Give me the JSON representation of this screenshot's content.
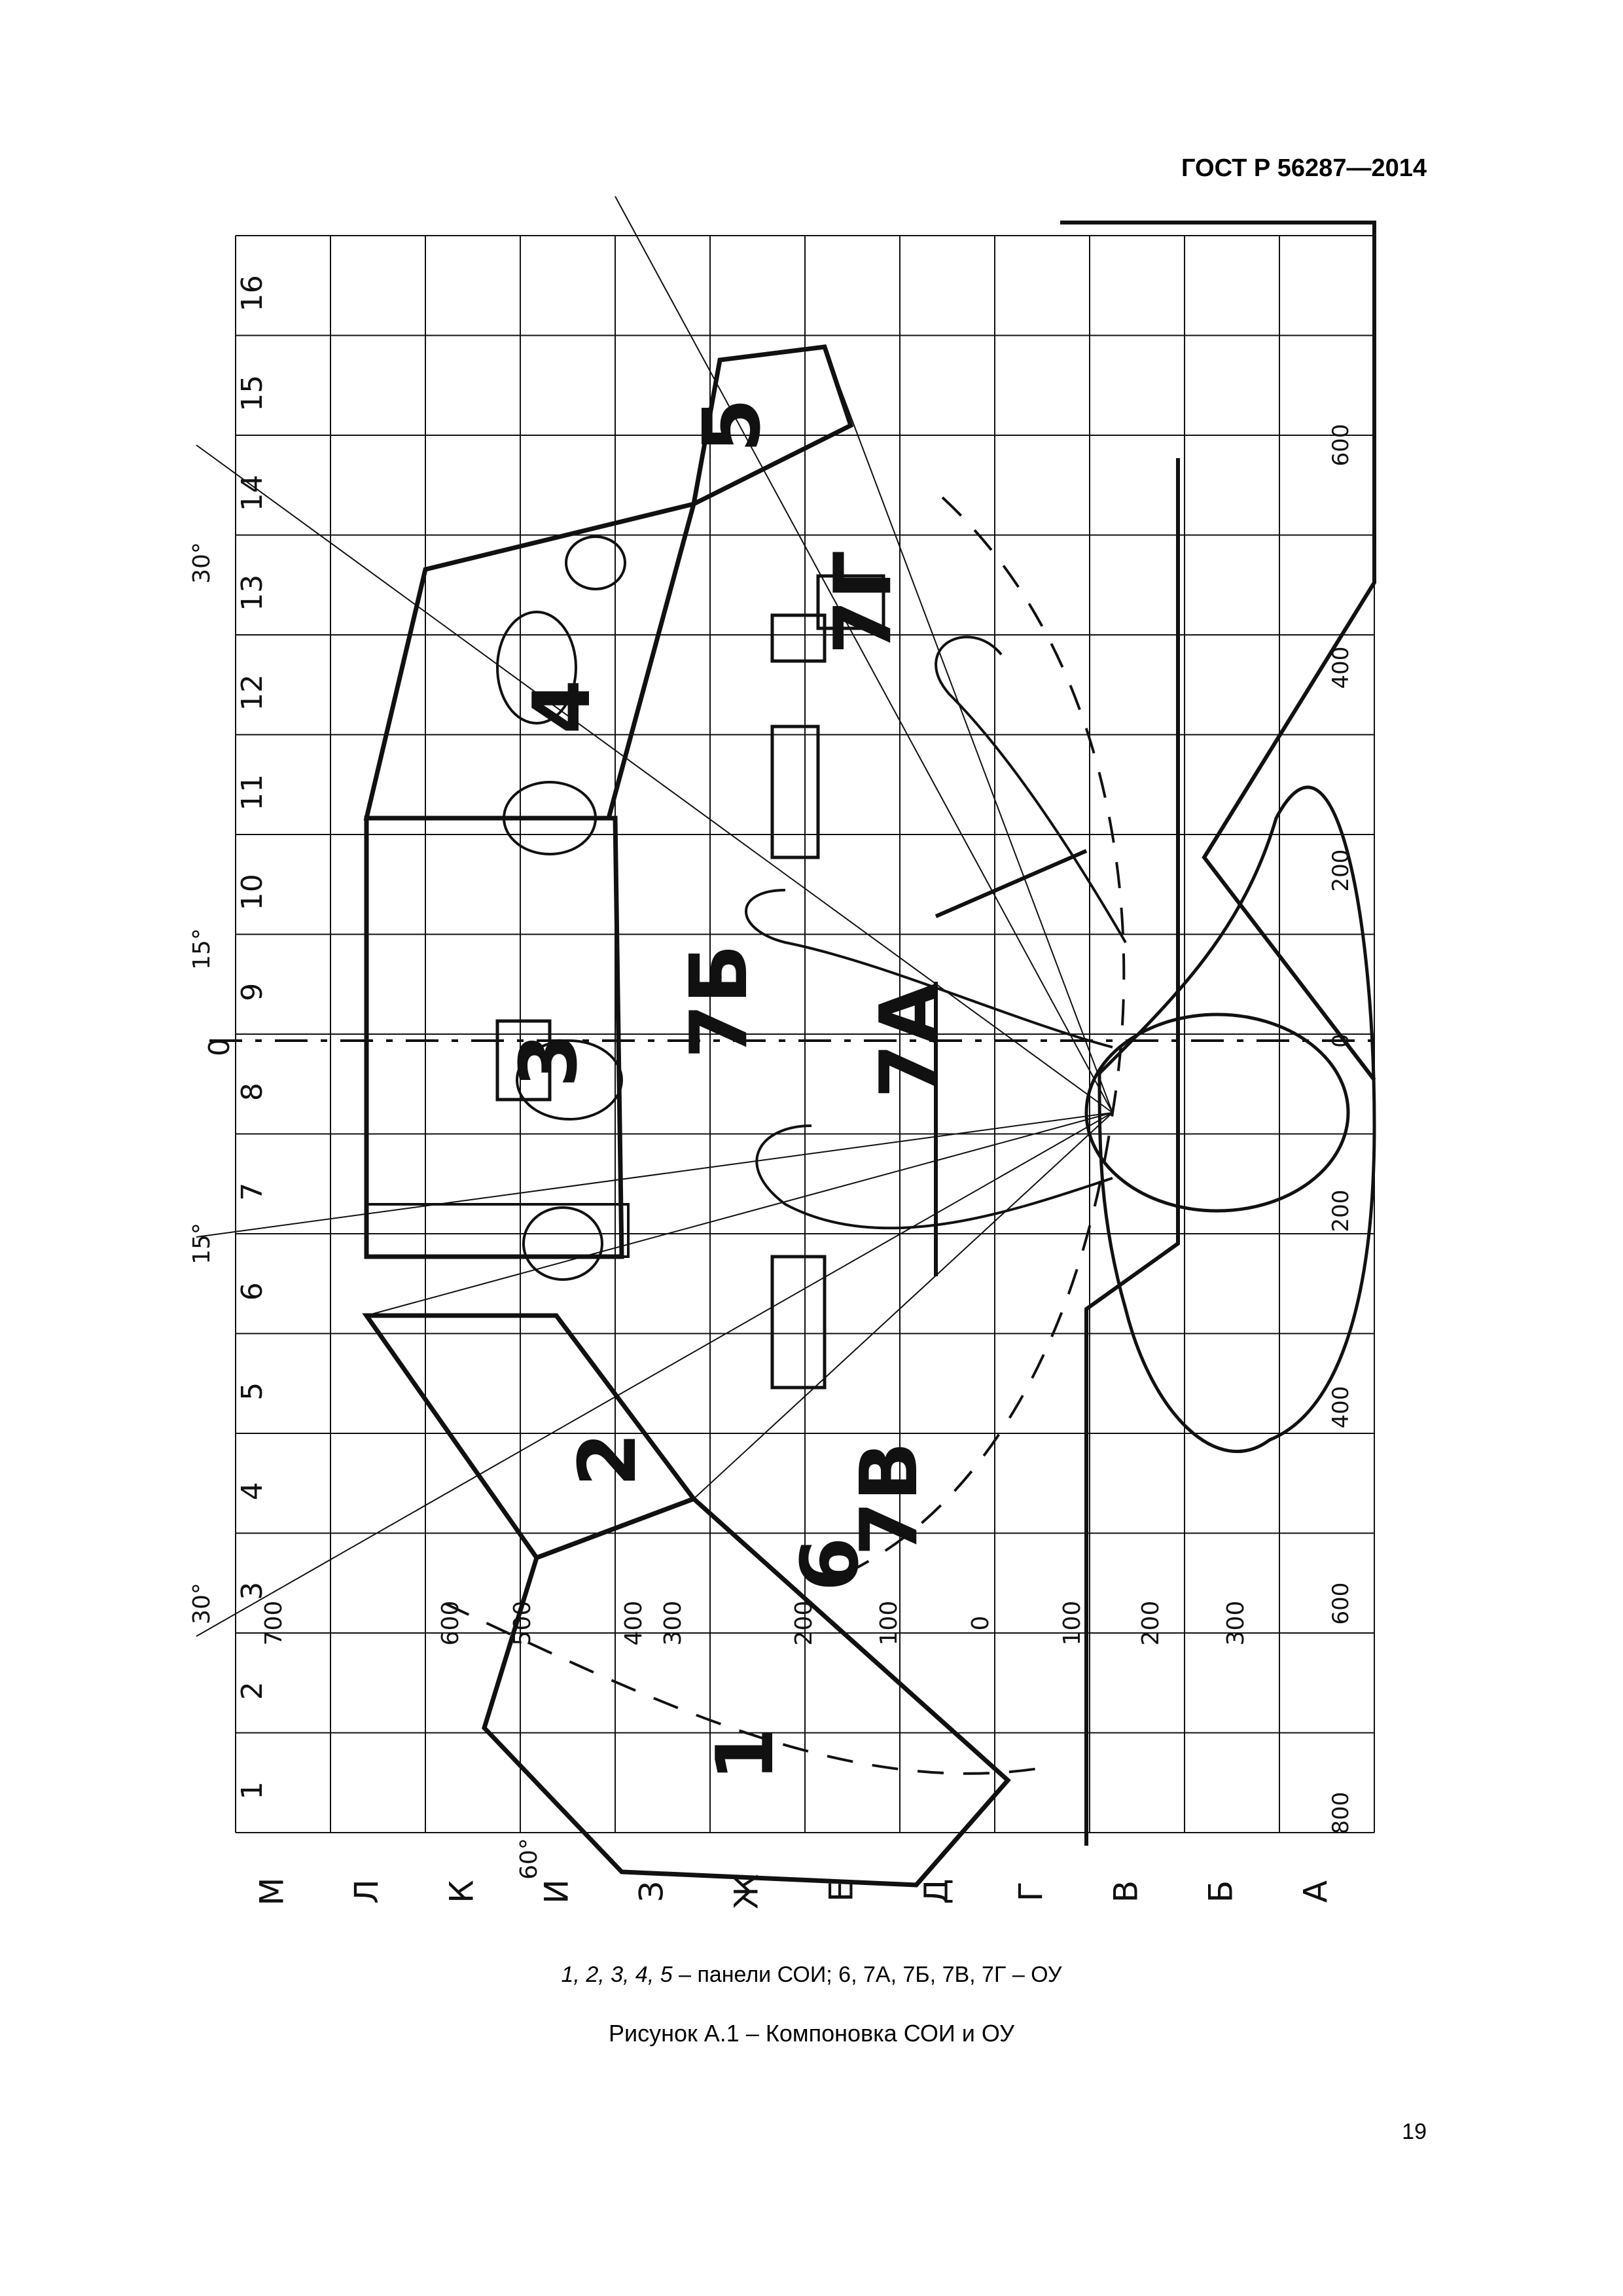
{
  "header": {
    "doc_code": "ГОСТ Р 56287—2014"
  },
  "figure": {
    "column_numbers": [
      "1",
      "2",
      "3",
      "4",
      "5",
      "6",
      "7",
      "8",
      "9",
      "10",
      "11",
      "12",
      "13",
      "14",
      "15",
      "16"
    ],
    "row_letters": [
      "М",
      "Л",
      "К",
      "И",
      "З",
      "Ж",
      "Е",
      "Д",
      "Г",
      "В",
      "Б",
      "А"
    ],
    "center_mark": "0",
    "angle_labels": [
      "30°",
      "15°",
      "15°",
      "30°",
      "60°"
    ],
    "distance_labels_inner": [
      "700",
      "600",
      "500",
      "400",
      "300",
      "200",
      "100",
      "0",
      "100",
      "200",
      "300"
    ],
    "distance_labels_bottom": [
      "800",
      "600",
      "400",
      "200",
      "0",
      "200",
      "400",
      "600"
    ],
    "panel_labels": [
      "1",
      "2",
      "3",
      "4",
      "5"
    ],
    "control_labels": [
      "6",
      "7А",
      "7Б",
      "7В",
      "7Г"
    ],
    "line_color": "#111111"
  },
  "caption": {
    "legend_numbers": "1, 2, 3, 4, 5",
    "legend_text": " – панели СОИ;  6, 7А, 7Б, 7В, 7Г –  ОУ",
    "title": "Рисунок А.1 – Компоновка СОИ и ОУ"
  },
  "page_number": "19"
}
